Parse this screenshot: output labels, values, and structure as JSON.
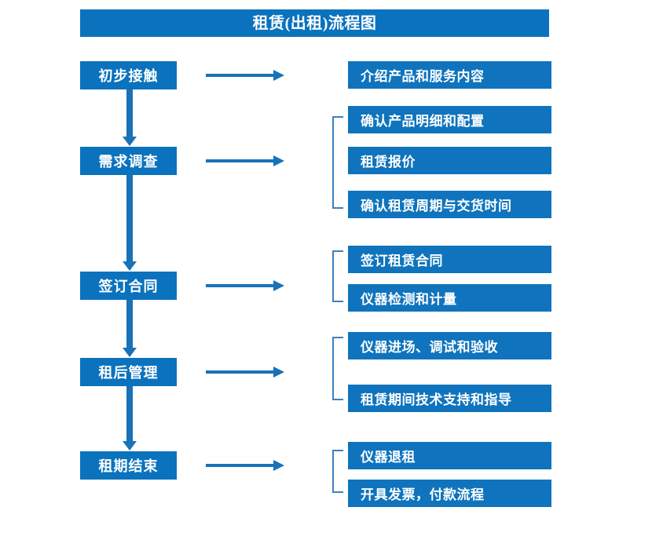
{
  "document": {
    "title": "租赁(出租)流程图",
    "type": "flowchart",
    "colors": {
      "box_blue": "#0b72bd",
      "detail_blue": "#0f74bd",
      "arrow_blue": "#1872b8",
      "bracket_blue": "#3f7fc1",
      "text_white": "#ffffff",
      "background": "#ffffff"
    }
  },
  "stages": [
    {
      "label": "初步接触"
    },
    {
      "label": "需求调查"
    },
    {
      "label": "签订合同"
    },
    {
      "label": "租后管理"
    },
    {
      "label": "租期结束"
    }
  ],
  "details": [
    {
      "label": "介绍产品和服务内容"
    },
    {
      "label": "确认产品明细和配置"
    },
    {
      "label": "租赁报价"
    },
    {
      "label": "确认租赁周期与交货时间"
    },
    {
      "label": "签订租赁合同"
    },
    {
      "label": "仪器检测和计量"
    },
    {
      "label": "仪器进场、调试和验收"
    },
    {
      "label": "租赁期间技术支持和指导"
    },
    {
      "label": "仪器退租"
    },
    {
      "label": "开具发票，付款流程"
    }
  ],
  "groups": [
    {
      "stage": "初步接触",
      "details": [
        "介绍产品和服务内容"
      ]
    },
    {
      "stage": "需求调查",
      "details": [
        "确认产品明细和配置",
        "租赁报价",
        "确认租赁周期与交货时间"
      ]
    },
    {
      "stage": "签订合同",
      "details": [
        "签订租赁合同",
        "仪器检测和计量"
      ]
    },
    {
      "stage": "租后管理",
      "details": [
        "仪器进场、调试和验收",
        "租赁期间技术支持和指导"
      ]
    },
    {
      "stage": "租期结束",
      "details": [
        "仪器退租",
        "开具发票，付款流程"
      ]
    }
  ]
}
